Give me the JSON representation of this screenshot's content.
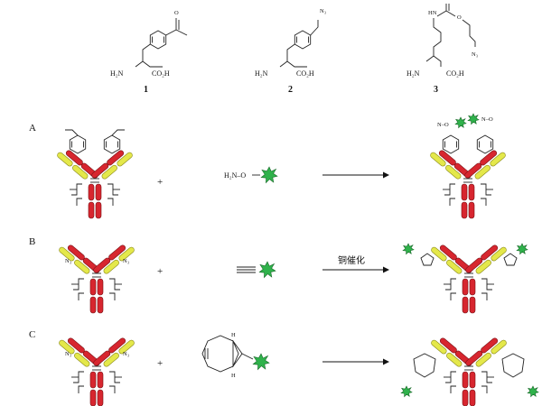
{
  "compounds": [
    {
      "number": "1",
      "nh2": "H₂N",
      "co2h": "CO₂H",
      "sub": "O"
    },
    {
      "number": "2",
      "nh2": "H₂N",
      "co2h": "CO₂H",
      "sub": "N₃"
    },
    {
      "number": "3",
      "nh2": "H₂N",
      "co2h": "CO₂H",
      "sub": "N₃",
      "hn": "HN",
      "o": "O"
    }
  ],
  "rows": [
    {
      "label": "A",
      "plus": "+",
      "reagent": "H₂N–O",
      "arrow_label": "",
      "product_text": "N–O"
    },
    {
      "label": "B",
      "plus": "+",
      "reagent": "",
      "arrow_label": "铜催化",
      "side_text": "N₃"
    },
    {
      "label": "C",
      "plus": "+",
      "reagent": "",
      "arrow_label": "",
      "h_label": "H",
      "side_text": "N₃"
    }
  ],
  "colors": {
    "heavy_chain": "#d7262f",
    "light_chain": "#e4e84a",
    "payload": "#2fb24b"
  }
}
